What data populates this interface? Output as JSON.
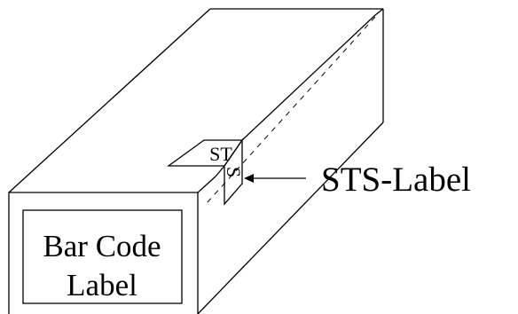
{
  "diagram": {
    "front_label_line1": "Bar Code",
    "front_label_line2": "Label",
    "tag_text_top": "ST",
    "tag_text_side": "S",
    "callout_text": "STS-Label"
  },
  "colors": {
    "stroke": "#000000",
    "background": "#ffffff"
  }
}
